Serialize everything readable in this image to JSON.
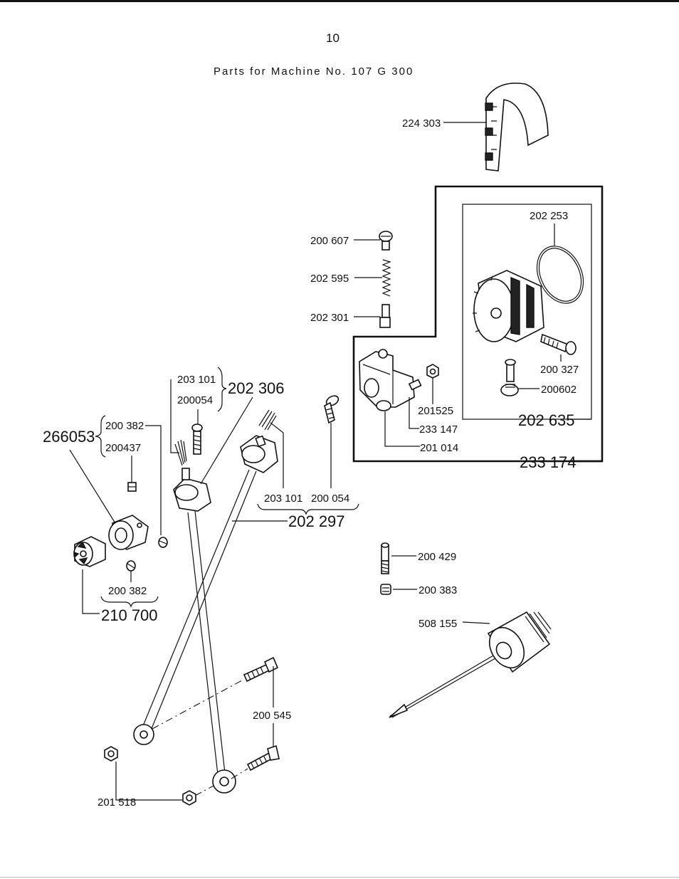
{
  "page": {
    "number": "10",
    "title": "Parts for Machine No. 107 G 300"
  },
  "labels": {
    "p224303": "224 303",
    "p202253": "202 253",
    "p200607": "200 607",
    "p202595": "202 595",
    "p202301": "202 301",
    "p200327": "200 327",
    "p200602": "200602",
    "p201525": "201525",
    "p233147": "233 147",
    "p201014": "201 014",
    "p202635": "202 635",
    "p233174": "233 174",
    "p203101a": "203 101",
    "p200054a": "200054",
    "p202306": "202 306",
    "p266053": "266053",
    "p200382a": "200 382",
    "p200437": "200437",
    "p203101b": "203 101",
    "p200054b": "200 054",
    "p202297": "202 297",
    "p200382b": "200 382",
    "p210700": "210 700",
    "p200429": "200 429",
    "p200383": "200 383",
    "p508155": "508 155",
    "p200545": "200 545",
    "p201518": "201 518"
  }
}
